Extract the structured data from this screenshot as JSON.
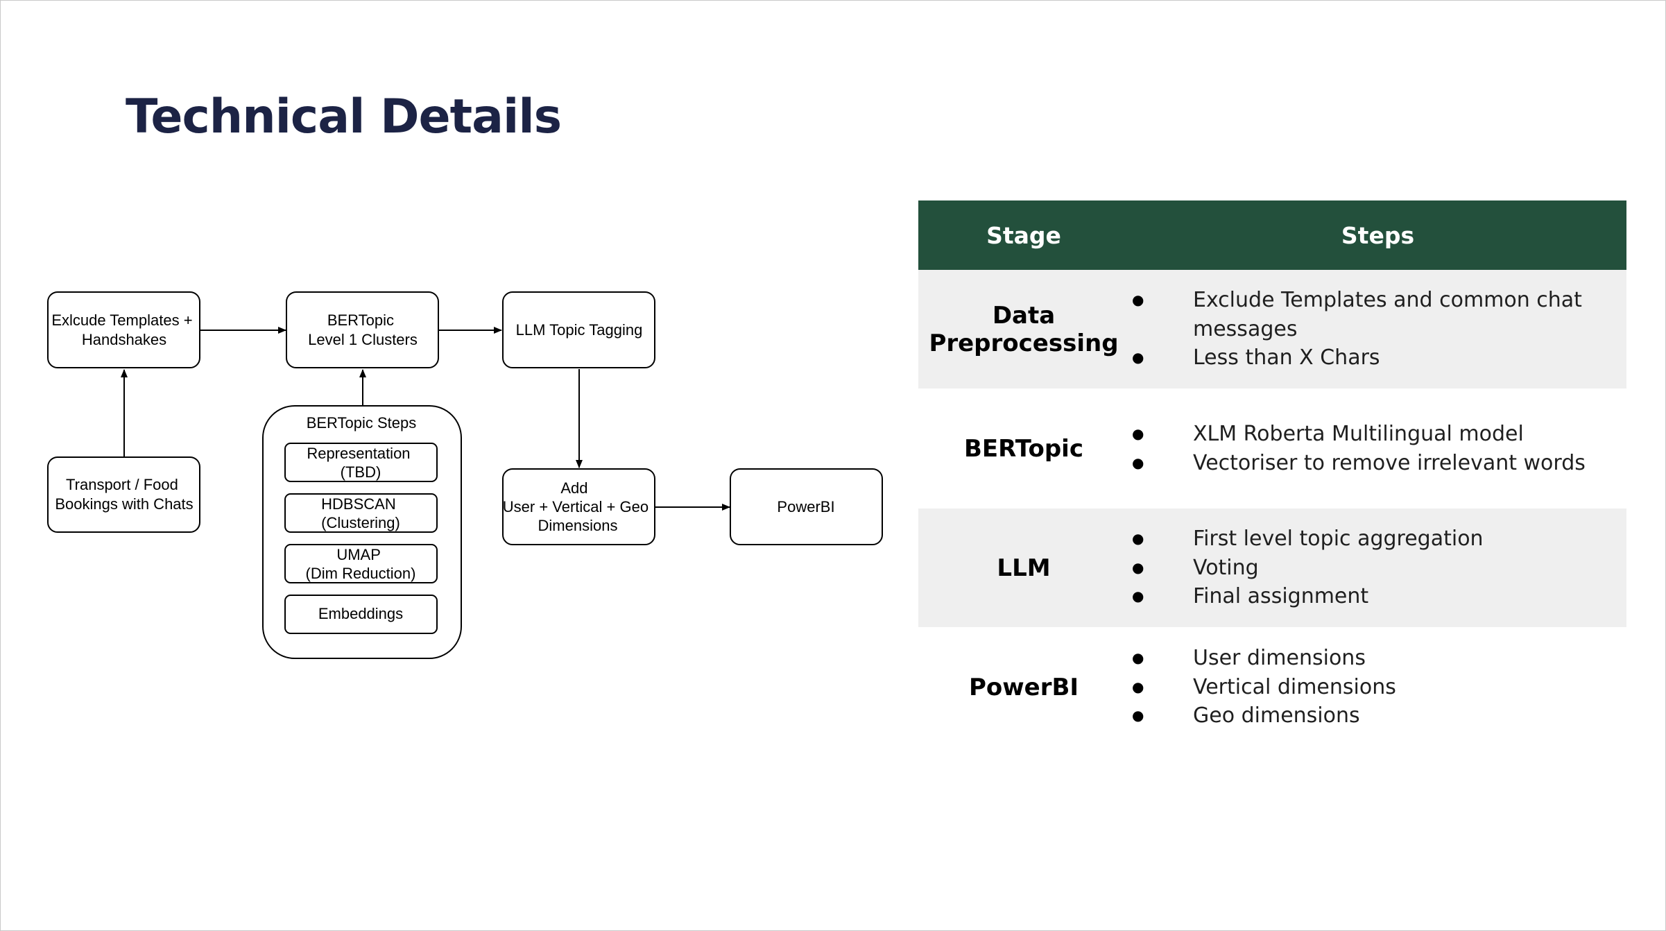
{
  "page": {
    "title": "Technical Details"
  },
  "diagram": {
    "nodes": {
      "exclude": [
        "Exlcude Templates +",
        "Handshakes"
      ],
      "transport": [
        "Transport / Food",
        "Bookings with Chats"
      ],
      "bertopic_l1": [
        "BERTopic",
        "Level 1 Clusters"
      ],
      "llm_tagging": [
        "LLM Topic Tagging"
      ],
      "bertopic_steps_title": "BERTopic Steps",
      "representation": [
        "Representation",
        "(TBD)"
      ],
      "hdbscan": [
        "HDBSCAN",
        "(Clustering)"
      ],
      "umap": [
        "UMAP",
        "(Dim Reduction)"
      ],
      "embeddings": [
        "Embeddings"
      ],
      "add_dims": [
        "Add",
        "User + Vertical + Geo",
        "Dimensions"
      ],
      "powerbi": [
        "PowerBI"
      ]
    }
  },
  "table": {
    "headers": {
      "stage": "Stage",
      "steps": "Steps"
    },
    "rows": [
      {
        "stage": [
          "Data",
          "Preprocessing"
        ],
        "steps": [
          "Exclude Templates and common chat messages",
          "Less than X Chars"
        ]
      },
      {
        "stage": [
          "BERTopic"
        ],
        "steps": [
          "XLM Roberta Multilingual model",
          "Vectoriser to remove irrelevant words"
        ]
      },
      {
        "stage": [
          "LLM"
        ],
        "steps": [
          "First level topic aggregation",
          "Voting",
          "Final assignment"
        ]
      },
      {
        "stage": [
          "PowerBI"
        ],
        "steps": [
          "User dimensions",
          "Vertical dimensions",
          "Geo dimensions"
        ]
      }
    ]
  },
  "colors": {
    "title": "#1c2345",
    "table_header_bg": "#23503c",
    "table_header_text": "#ffffff",
    "row_shade": "#efefef",
    "diagram_stroke": "#000000"
  }
}
